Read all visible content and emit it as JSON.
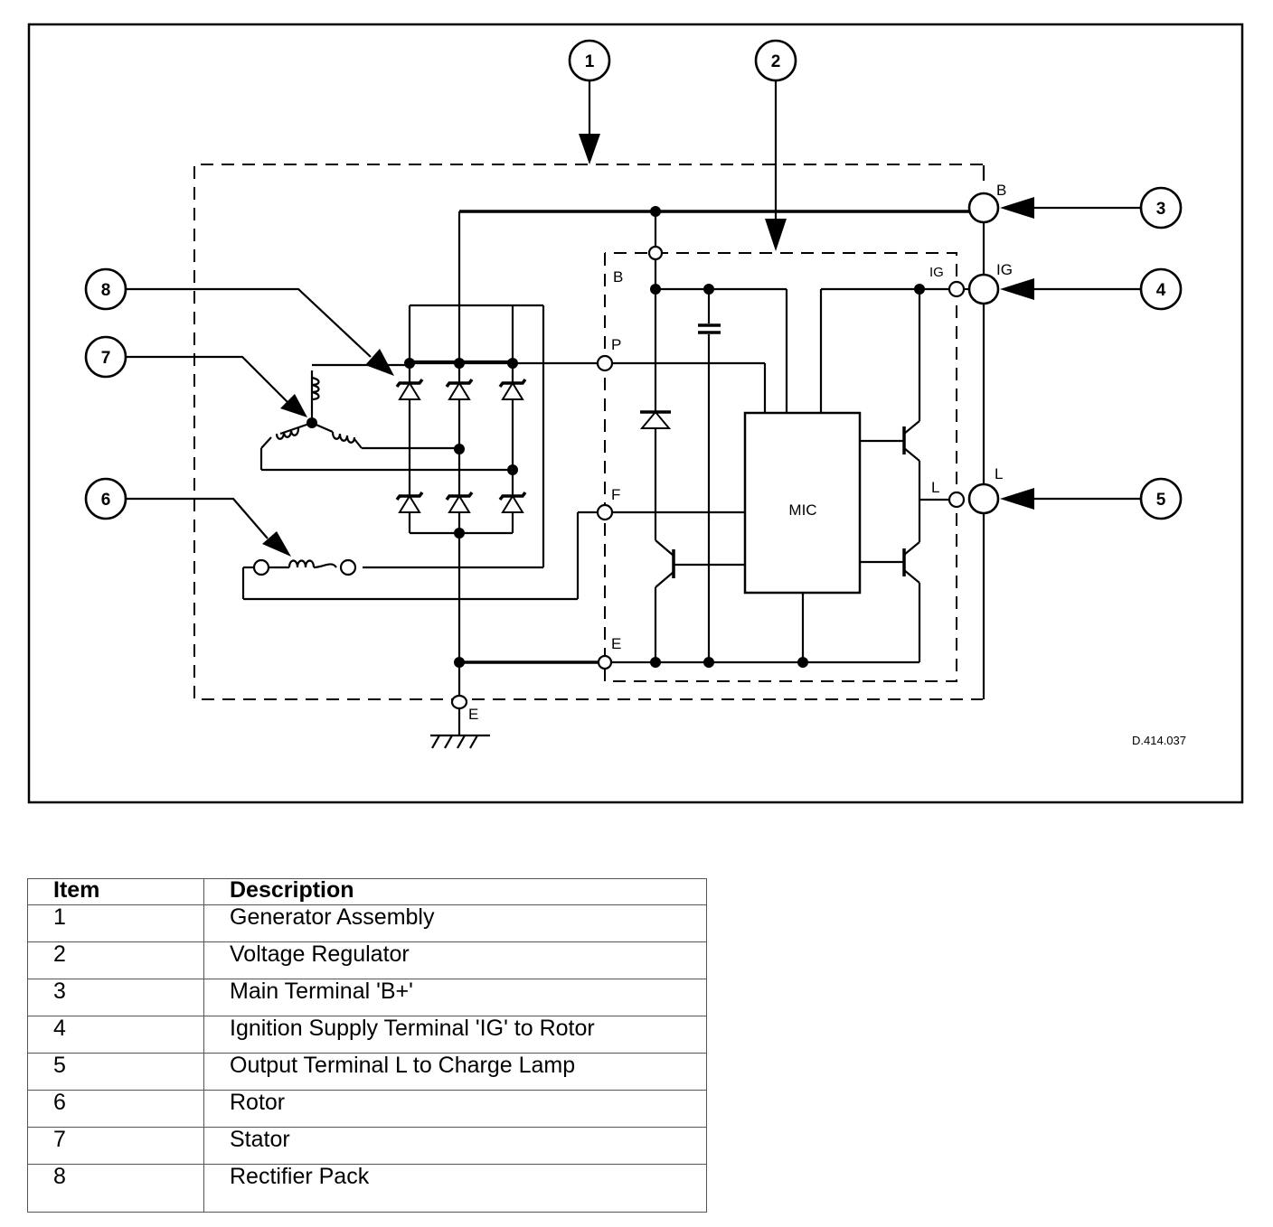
{
  "diagram": {
    "callouts": [
      "1",
      "2",
      "3",
      "4",
      "5",
      "6",
      "7",
      "8"
    ],
    "terminals": {
      "b_outer": "B",
      "ig_outer": "IG",
      "ig_inner": "IG",
      "l_outer": "L",
      "l_inner": "L",
      "b_inner": "B",
      "p": "P",
      "f": "F",
      "e_inner": "E",
      "e_ground": "E"
    },
    "mic_label": "MIC",
    "drawing_ref": "D.414.037"
  },
  "legend": {
    "header_item": "Item",
    "header_description": "Description",
    "rows": [
      {
        "item": "1",
        "description": "Generator Assembly"
      },
      {
        "item": "2",
        "description": "Voltage Regulator"
      },
      {
        "item": "3",
        "description": "Main Terminal 'B+'"
      },
      {
        "item": "4",
        "description": "Ignition Supply Terminal 'IG' to Rotor"
      },
      {
        "item": "5",
        "description": "Output Terminal L to Charge Lamp"
      },
      {
        "item": "6",
        "description": "Rotor"
      },
      {
        "item": "7",
        "description": "Stator"
      },
      {
        "item": "8",
        "description": "Rectifier Pack"
      }
    ]
  }
}
